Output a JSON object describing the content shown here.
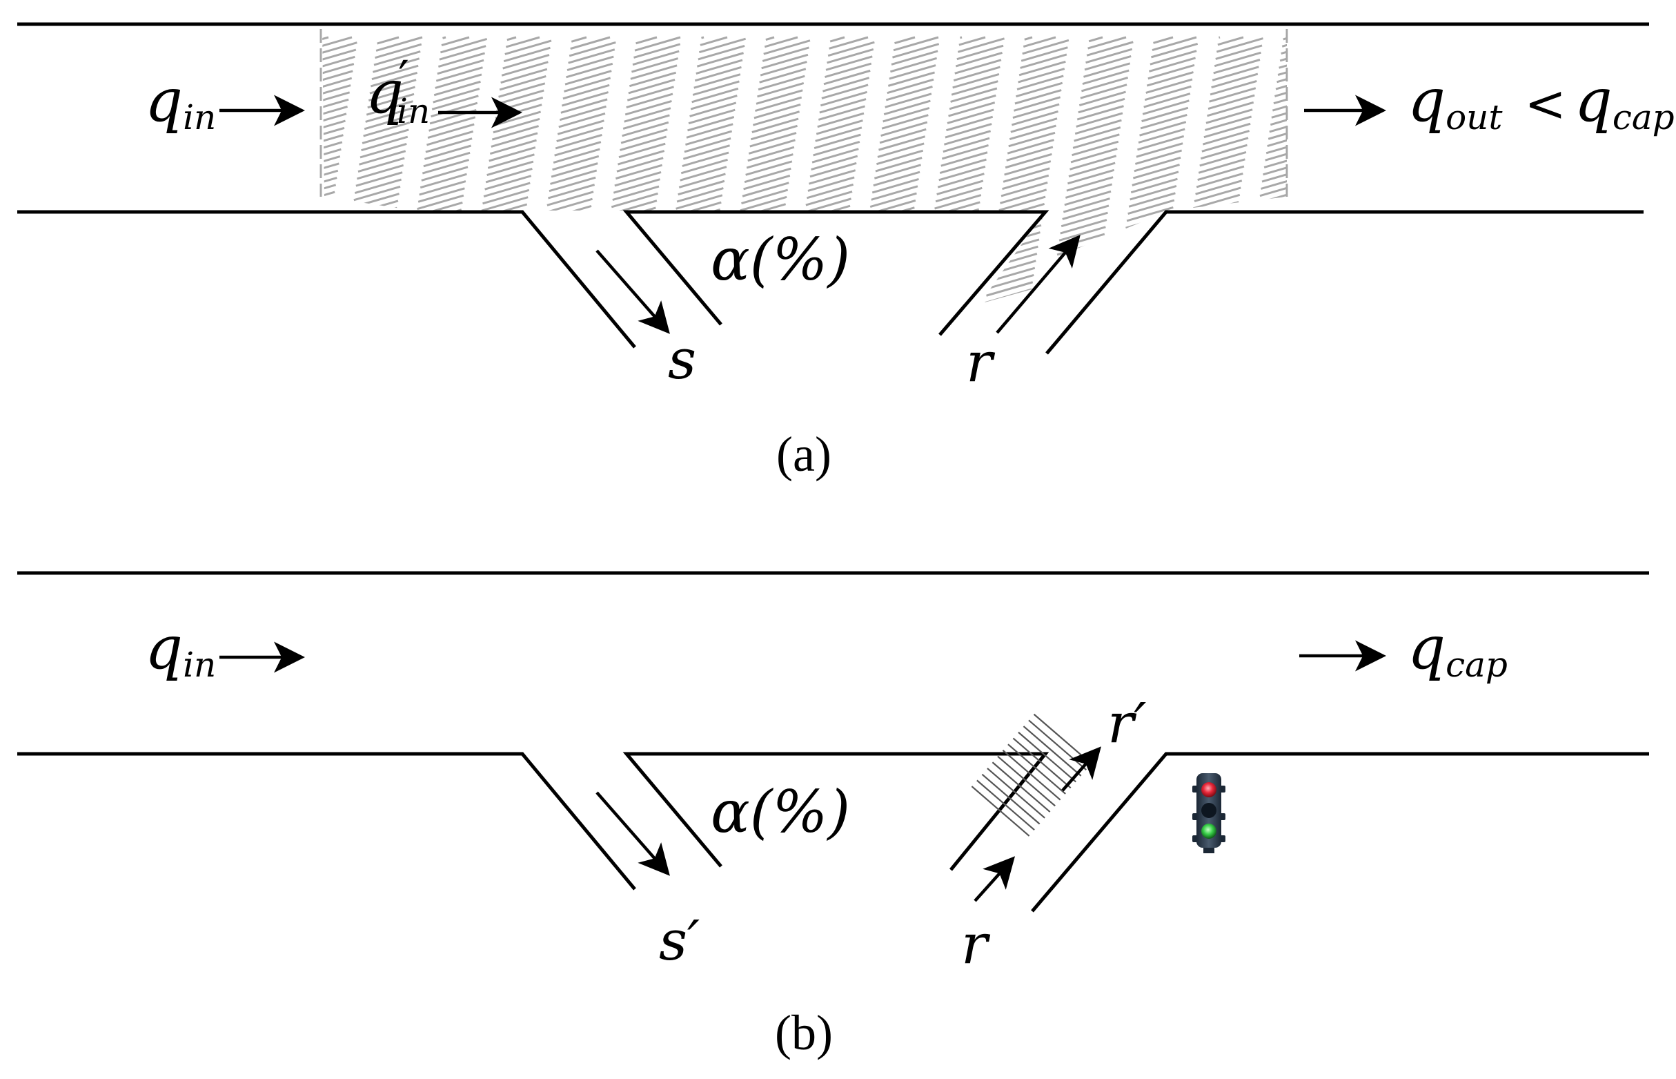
{
  "panel_a": {
    "inflow": {
      "base": "q",
      "sub": "in"
    },
    "reduced_inflow": {
      "base": "q",
      "prime": "′",
      "sub": "in"
    },
    "outflow": {
      "base": "q",
      "sub": "out",
      "relation": "<",
      "base2": "q",
      "sub2": "cap"
    },
    "split_ratio": "α(%)",
    "offramp": "s",
    "onramp": "r",
    "caption": "(a)"
  },
  "panel_b": {
    "inflow": {
      "base": "q",
      "sub": "in"
    },
    "outflow": {
      "base": "q",
      "sub": "cap"
    },
    "split_ratio": "α(%)",
    "offramp": "s′",
    "onramp": "r",
    "metered_onramp": "r′",
    "caption": "(b)"
  },
  "signal": {
    "icon": "traffic-light-icon",
    "red": "#e8283a",
    "green": "#3ad04a",
    "body": "#223040"
  },
  "colors": {
    "road": "#000000",
    "congestion_hatch": "#a8a8a8"
  }
}
